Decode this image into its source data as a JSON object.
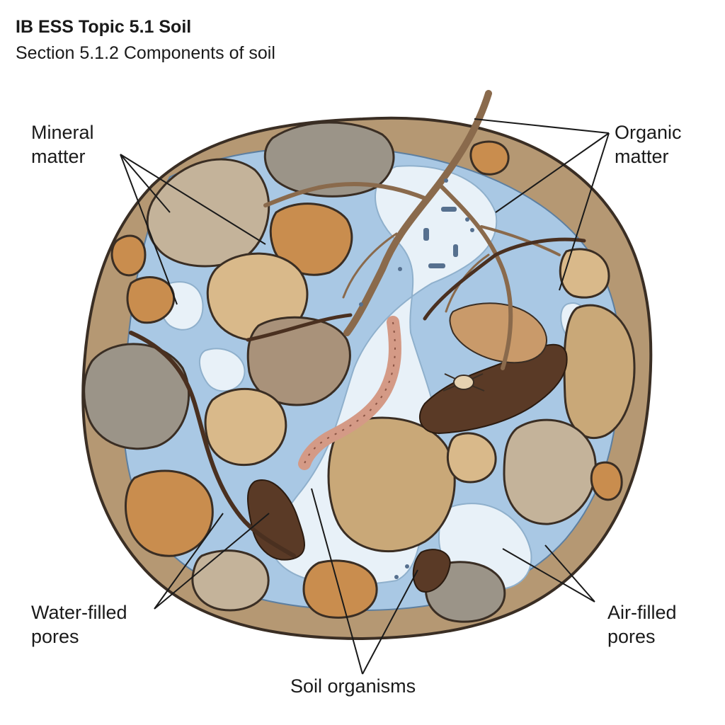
{
  "header": {
    "title": "IB ESS Topic 5.1 Soil",
    "subtitle": "Section 5.1.2 Components of soil"
  },
  "labels": {
    "mineral_matter": [
      "Mineral",
      "matter"
    ],
    "organic_matter": [
      "Organic",
      "matter"
    ],
    "water_filled_pores": [
      "Water-filled",
      "pores"
    ],
    "air_filled_pores": [
      "Air-filled",
      "pores"
    ],
    "soil_organisms": "Soil organisms"
  },
  "colors": {
    "soil_base": "#b59873",
    "water": "#a9c8e4",
    "air": "#e8f1f8",
    "stone_grey": "#9b9488",
    "stone_tan": "#c9a878",
    "stone_orange": "#c98d4e",
    "root": "#8a6a4c",
    "humus": "#5a3a26",
    "worm": "#d49a86",
    "outline": "#3a2e24"
  }
}
